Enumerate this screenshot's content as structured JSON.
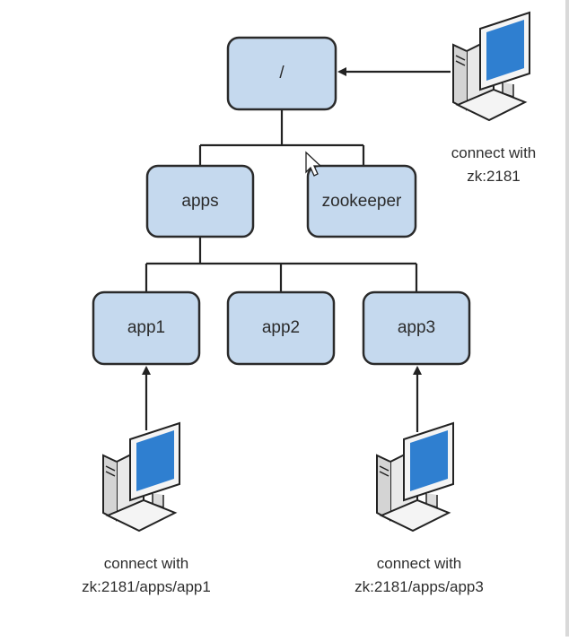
{
  "nodes": {
    "root": "/",
    "apps": "apps",
    "zookeeper": "zookeeper",
    "app1": "app1",
    "app2": "app2",
    "app3": "app3"
  },
  "clients": {
    "top": {
      "line1": "connect with",
      "line2": "zk:2181"
    },
    "left": {
      "line1": "connect with",
      "line2": "zk:2181/apps/app1"
    },
    "right": {
      "line1": "connect with",
      "line2": "zk:2181/apps/app3"
    }
  },
  "colors": {
    "node_fill": "#c5d9ee",
    "node_stroke": "#2a2a2a",
    "connector": "#222222",
    "screen": "#2f7fd0",
    "monitor_body": "#f2f2f2"
  },
  "icons": {
    "computer": "computer-icon",
    "cursor": "mouse-cursor-icon"
  }
}
